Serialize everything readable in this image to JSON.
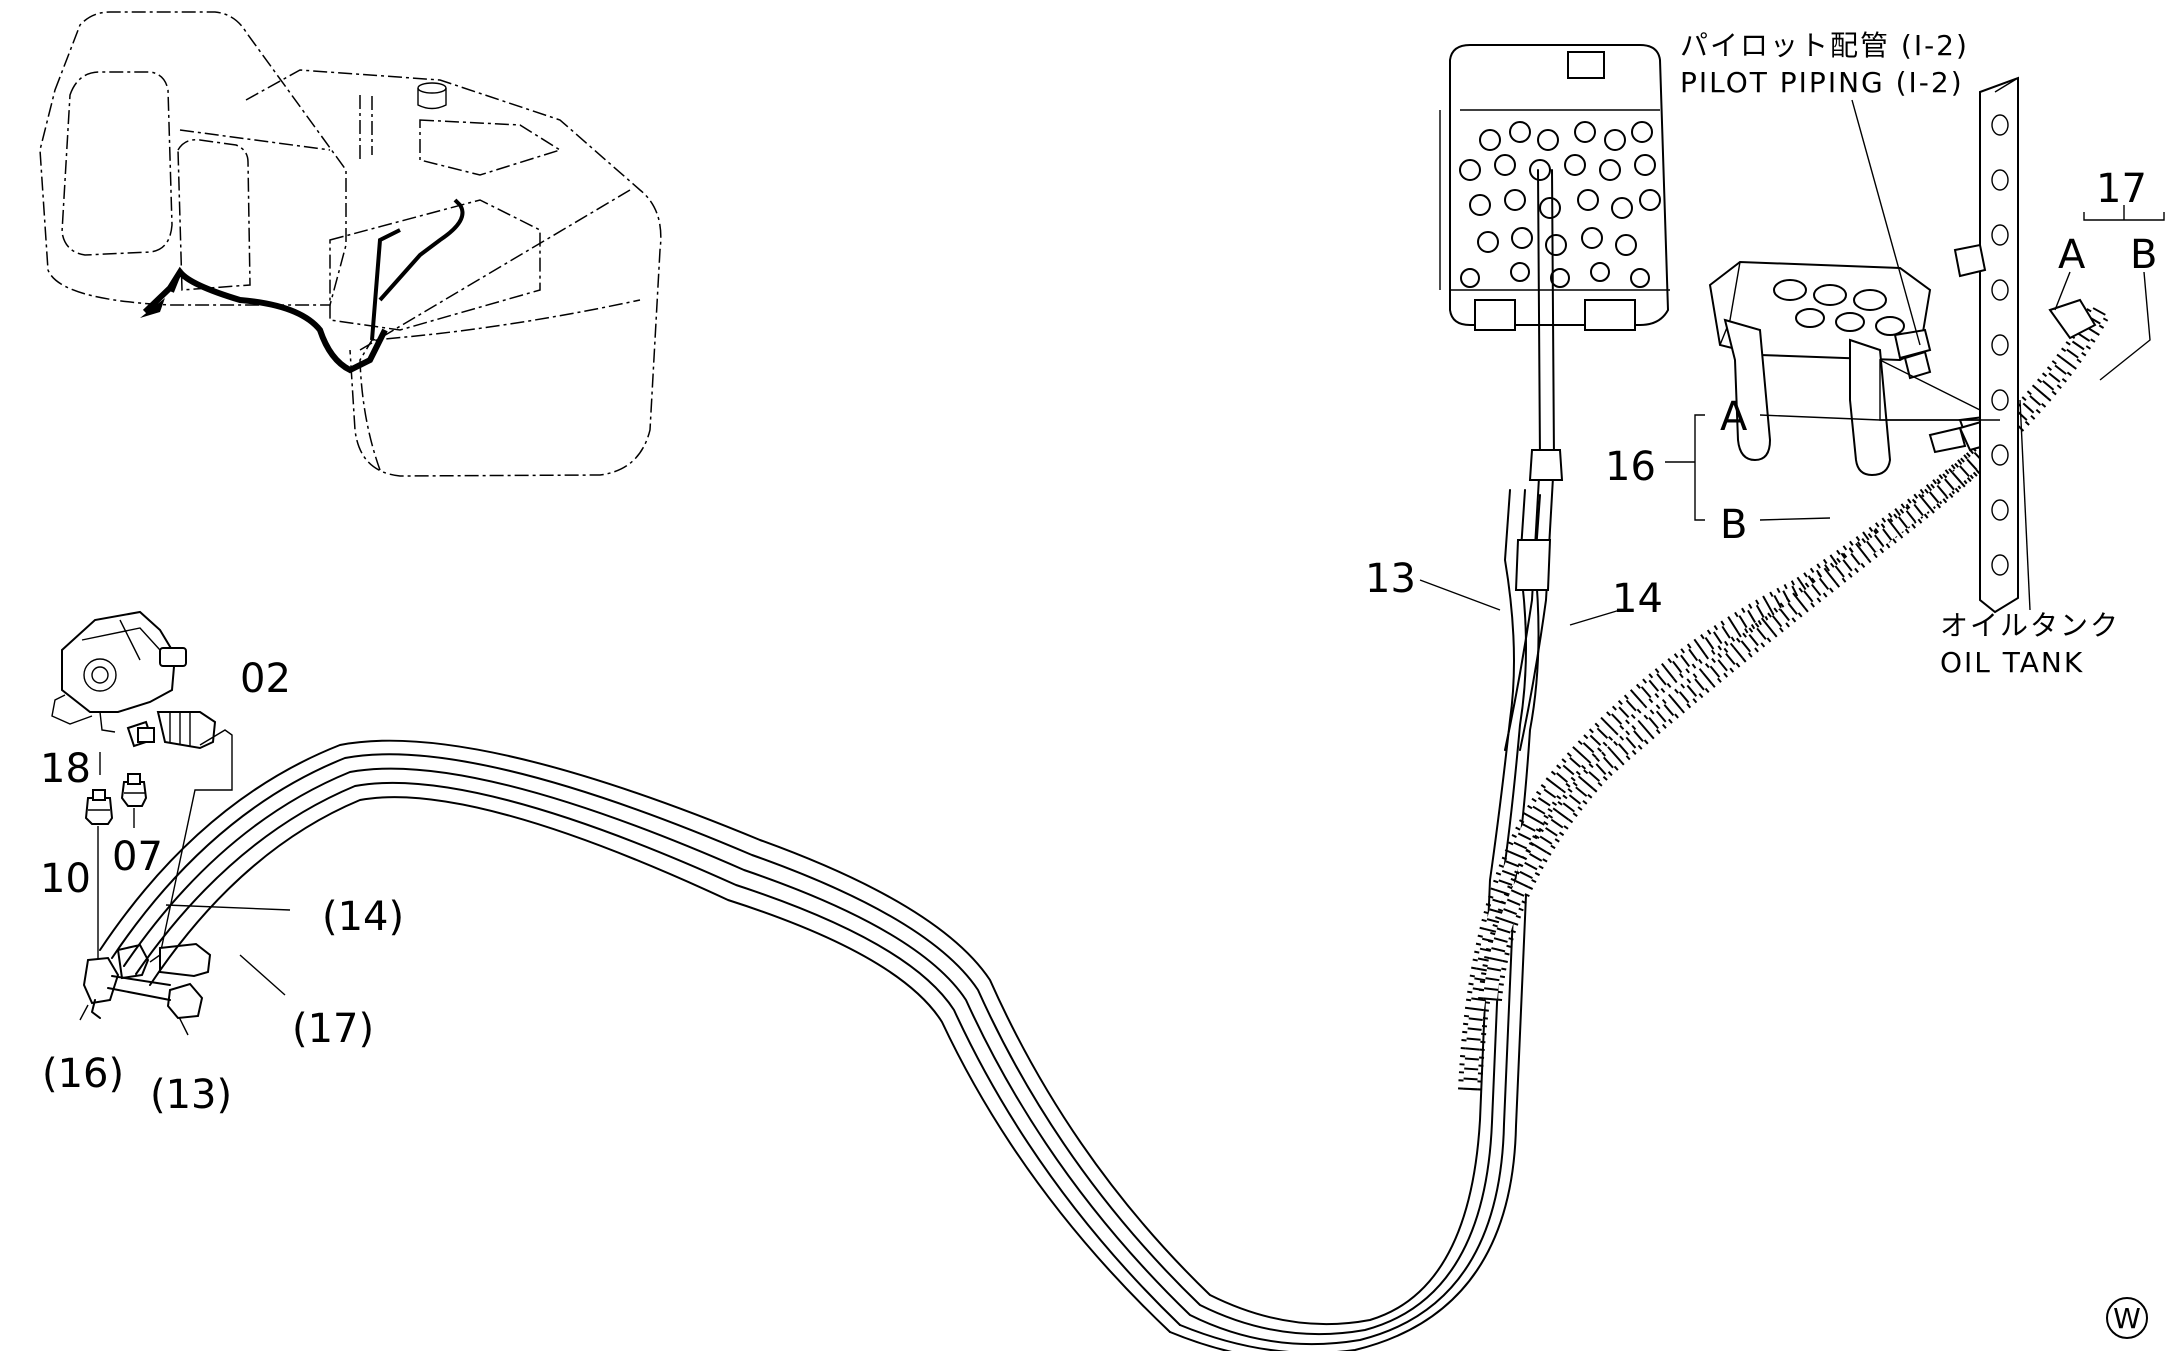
{
  "diagram": {
    "callouts": {
      "pilot_piping_jp": "パイロット配管 (I-2)",
      "pilot_piping_en": "PILOT PIPING (I-2)",
      "oil_tank_jp": "オイルタンク",
      "oil_tank_en": "OIL TANK",
      "circle_w": "W"
    },
    "part_numbers": {
      "p02": "02",
      "p18": "18",
      "p10": "10",
      "p07": "07",
      "p14_ref": "(14)",
      "p17_ref": "(17)",
      "p16_ref": "(16)",
      "p13_ref": "(13)",
      "p13": "13",
      "p14": "14",
      "p16": "16",
      "p16_a": "A",
      "p16_b": "B",
      "p17": "17",
      "p17_a": "A",
      "p17_b": "B"
    },
    "line_color": "#000000",
    "background": "#ffffff"
  }
}
